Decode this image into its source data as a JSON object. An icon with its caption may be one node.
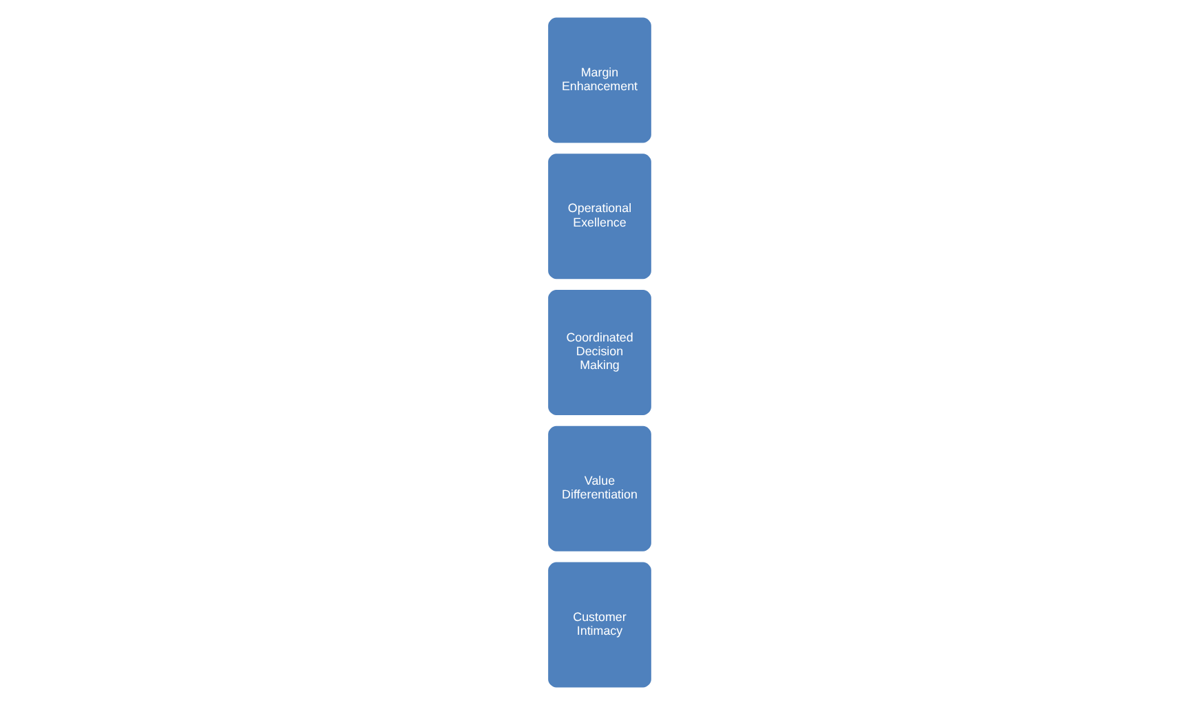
{
  "diagram": {
    "nodes": [
      {
        "text": [
          "Customer Intimacy"
        ]
      },
      {
        "text": [
          "Value Differentiation"
        ]
      },
      {
        "text": [
          "Coordinated Decision Making"
        ]
      },
      {
        "text": [
          "Operational Exellence"
        ]
      },
      {
        "text": [
          "Margin Enhancement"
        ]
      }
    ]
  }
}
